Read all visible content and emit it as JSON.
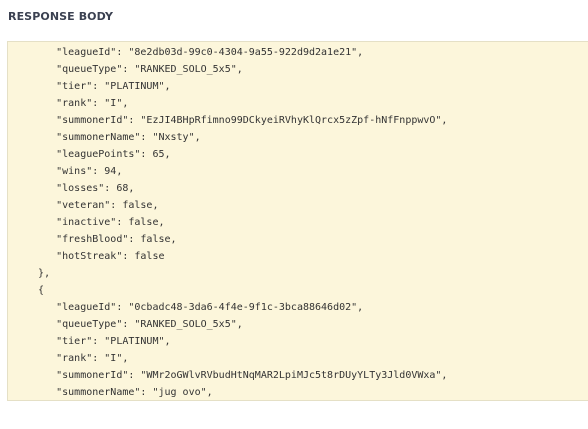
{
  "section": {
    "title": "RESPONSE BODY"
  },
  "response_body": {
    "lines": [
      "      \"leagueId\": \"8e2db03d-99c0-4304-9a55-922d9d2a1e21\",",
      "      \"queueType\": \"RANKED_SOLO_5x5\",",
      "      \"tier\": \"PLATINUM\",",
      "      \"rank\": \"I\",",
      "      \"summonerId\": \"EzJI4BHpRfimno99DCkyeiRVhyKlQrcx5zZpf-hNfFnppwvO\",",
      "      \"summonerName\": \"Nxsty\",",
      "      \"leaguePoints\": 65,",
      "      \"wins\": 94,",
      "      \"losses\": 68,",
      "      \"veteran\": false,",
      "      \"inactive\": false,",
      "      \"freshBlood\": false,",
      "      \"hotStreak\": false",
      "   },",
      "   {",
      "      \"leagueId\": \"0cbadc48-3da6-4f4e-9f1c-3bca88646d02\",",
      "      \"queueType\": \"RANKED_SOLO_5x5\",",
      "      \"tier\": \"PLATINUM\",",
      "      \"rank\": \"I\",",
      "      \"summonerId\": \"WMr2oGWlvRVbudHtNqMAR2LpiMJc5t8rDUyYLTy3Jld0VWxa\",",
      "      \"summonerName\": \"jug ovo\","
    ]
  }
}
